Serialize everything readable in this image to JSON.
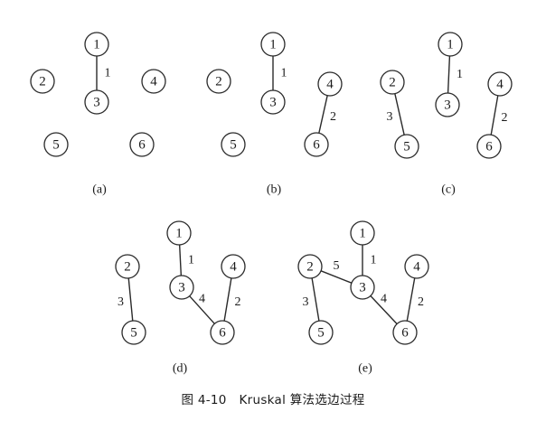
{
  "caption": "图 4-10   Kruskal 算法选边过程",
  "panels": [
    {
      "label": "(a)",
      "nodes": [
        "1",
        "2",
        "3",
        "4",
        "5",
        "6"
      ],
      "edges": [
        {
          "from": "1",
          "to": "3",
          "weight": "1"
        }
      ]
    },
    {
      "label": "(b)",
      "nodes": [
        "1",
        "2",
        "3",
        "4",
        "5",
        "6"
      ],
      "edges": [
        {
          "from": "1",
          "to": "3",
          "weight": "1"
        },
        {
          "from": "4",
          "to": "6",
          "weight": "2"
        }
      ]
    },
    {
      "label": "(c)",
      "nodes": [
        "1",
        "2",
        "3",
        "4",
        "5",
        "6"
      ],
      "edges": [
        {
          "from": "1",
          "to": "3",
          "weight": "1"
        },
        {
          "from": "4",
          "to": "6",
          "weight": "2"
        },
        {
          "from": "2",
          "to": "5",
          "weight": "3"
        }
      ]
    },
    {
      "label": "(d)",
      "nodes": [
        "1",
        "2",
        "3",
        "4",
        "5",
        "6"
      ],
      "edges": [
        {
          "from": "1",
          "to": "3",
          "weight": "1"
        },
        {
          "from": "4",
          "to": "6",
          "weight": "2"
        },
        {
          "from": "2",
          "to": "5",
          "weight": "3"
        },
        {
          "from": "3",
          "to": "6",
          "weight": "4"
        }
      ]
    },
    {
      "label": "(e)",
      "nodes": [
        "1",
        "2",
        "3",
        "4",
        "5",
        "6"
      ],
      "edges": [
        {
          "from": "1",
          "to": "3",
          "weight": "1"
        },
        {
          "from": "4",
          "to": "6",
          "weight": "2"
        },
        {
          "from": "2",
          "to": "5",
          "weight": "3"
        },
        {
          "from": "3",
          "to": "6",
          "weight": "4"
        },
        {
          "from": "2",
          "to": "3",
          "weight": "5"
        }
      ]
    }
  ]
}
